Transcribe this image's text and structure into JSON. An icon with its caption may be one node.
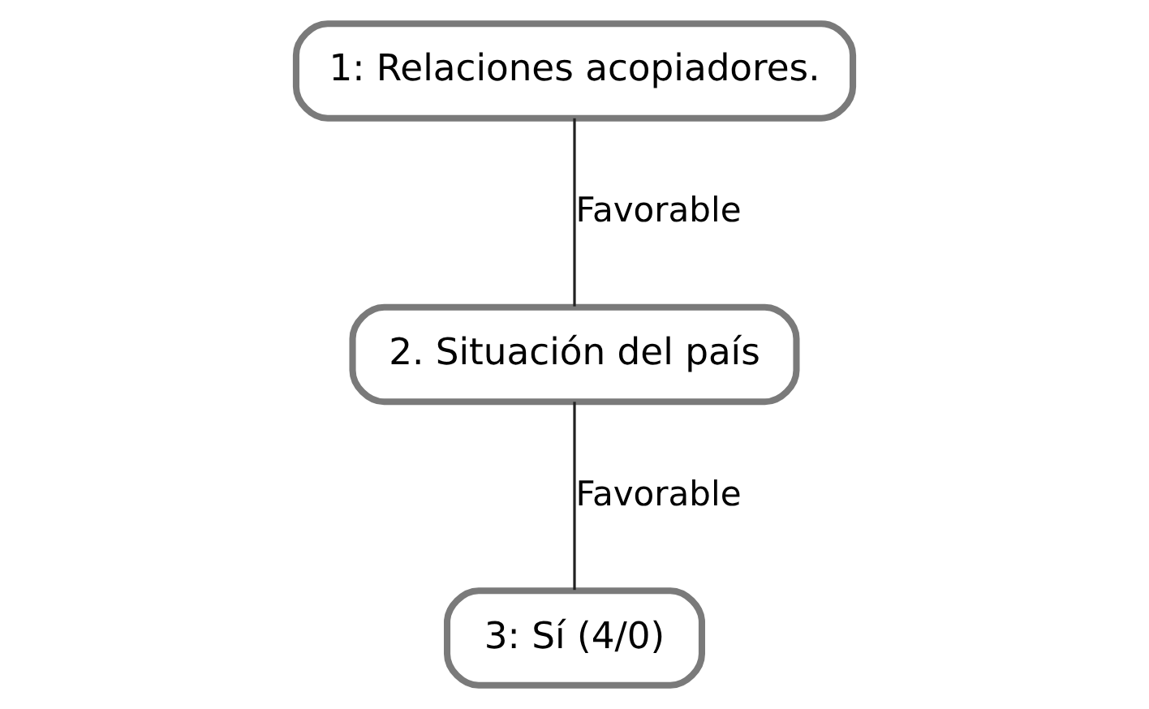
{
  "diagram": {
    "nodes": [
      {
        "text": [
          "1: Relaciones acopiadores."
        ]
      },
      {
        "text": [
          "2. Situación del país"
        ]
      },
      {
        "text": [
          "3: Sí (4/0)"
        ]
      }
    ],
    "edges": [
      {
        "from": 0,
        "to": 1,
        "arrow": "none",
        "label": "Favorable"
      },
      {
        "from": 1,
        "to": 2,
        "arrow": "none",
        "label": "Favorable"
      }
    ]
  }
}
